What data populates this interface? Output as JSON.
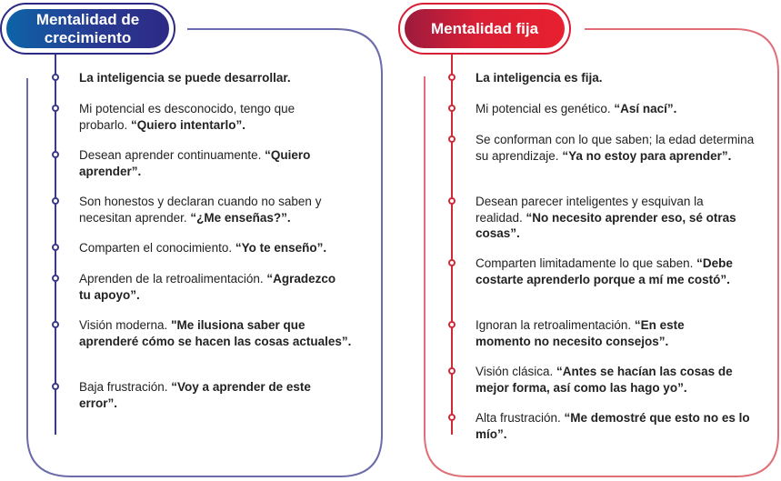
{
  "colors": {
    "growth_accent": "#2d2a86",
    "growth_frame": "#6c6bab",
    "fixed_accent": "#d91f35",
    "fixed_frame": "#e06f78"
  },
  "growth": {
    "title": "Mentalidad de crecimiento",
    "items": [
      {
        "text": "",
        "bold": "La inteligencia se puede desarrollar."
      },
      {
        "text": "Mi potencial es desconocido, tengo que probarlo. ",
        "bold": "“Quiero intentarlo”."
      },
      {
        "text": "Desean aprender continuamente. ",
        "bold": "“Quiero aprender”."
      },
      {
        "text": "Son honestos y declaran cuando no saben y necesitan aprender. ",
        "bold": "“¿Me enseñas?”."
      },
      {
        "text": "Comparten el conocimiento. ",
        "bold": "“Yo te enseño”."
      },
      {
        "text": "Aprenden de la retroalimentación. ",
        "bold": "“Agradezco tu apoyo”."
      },
      {
        "text": "Visión moderna. ",
        "bold": "\"Me ilusiona saber que aprenderé cómo se hacen las cosas actuales”."
      },
      {
        "text": "Baja frustración. ",
        "bold": "“Voy a aprender de este error”."
      }
    ]
  },
  "fixed": {
    "title": "Mentalidad fija",
    "items": [
      {
        "text": "",
        "bold": "La inteligencia es fija."
      },
      {
        "text": "Mi potencial es genético. ",
        "bold": "“Así nací”."
      },
      {
        "text": "Se conforman con lo que saben; la edad determina su aprendizaje. ",
        "bold": "“Ya no estoy para aprender”."
      },
      {
        "text": "Desean parecer inteligentes y esquivan la realidad. ",
        "bold": "“No necesito aprender eso, sé otras cosas”."
      },
      {
        "text": "Comparten limitadamente lo que saben. ",
        "bold": "“Debe costarte aprenderlo porque a mí me costó”."
      },
      {
        "text": "Ignoran la retroalimentación. ",
        "bold": "“En este momento no necesito consejos”."
      },
      {
        "text": "Visión clásica. ",
        "bold": "“Antes se hacían las cosas de mejor forma, así como las hago yo”."
      },
      {
        "text": "Alta frustración. ",
        "bold": "“Me demostré que esto no es lo mío”."
      }
    ]
  }
}
